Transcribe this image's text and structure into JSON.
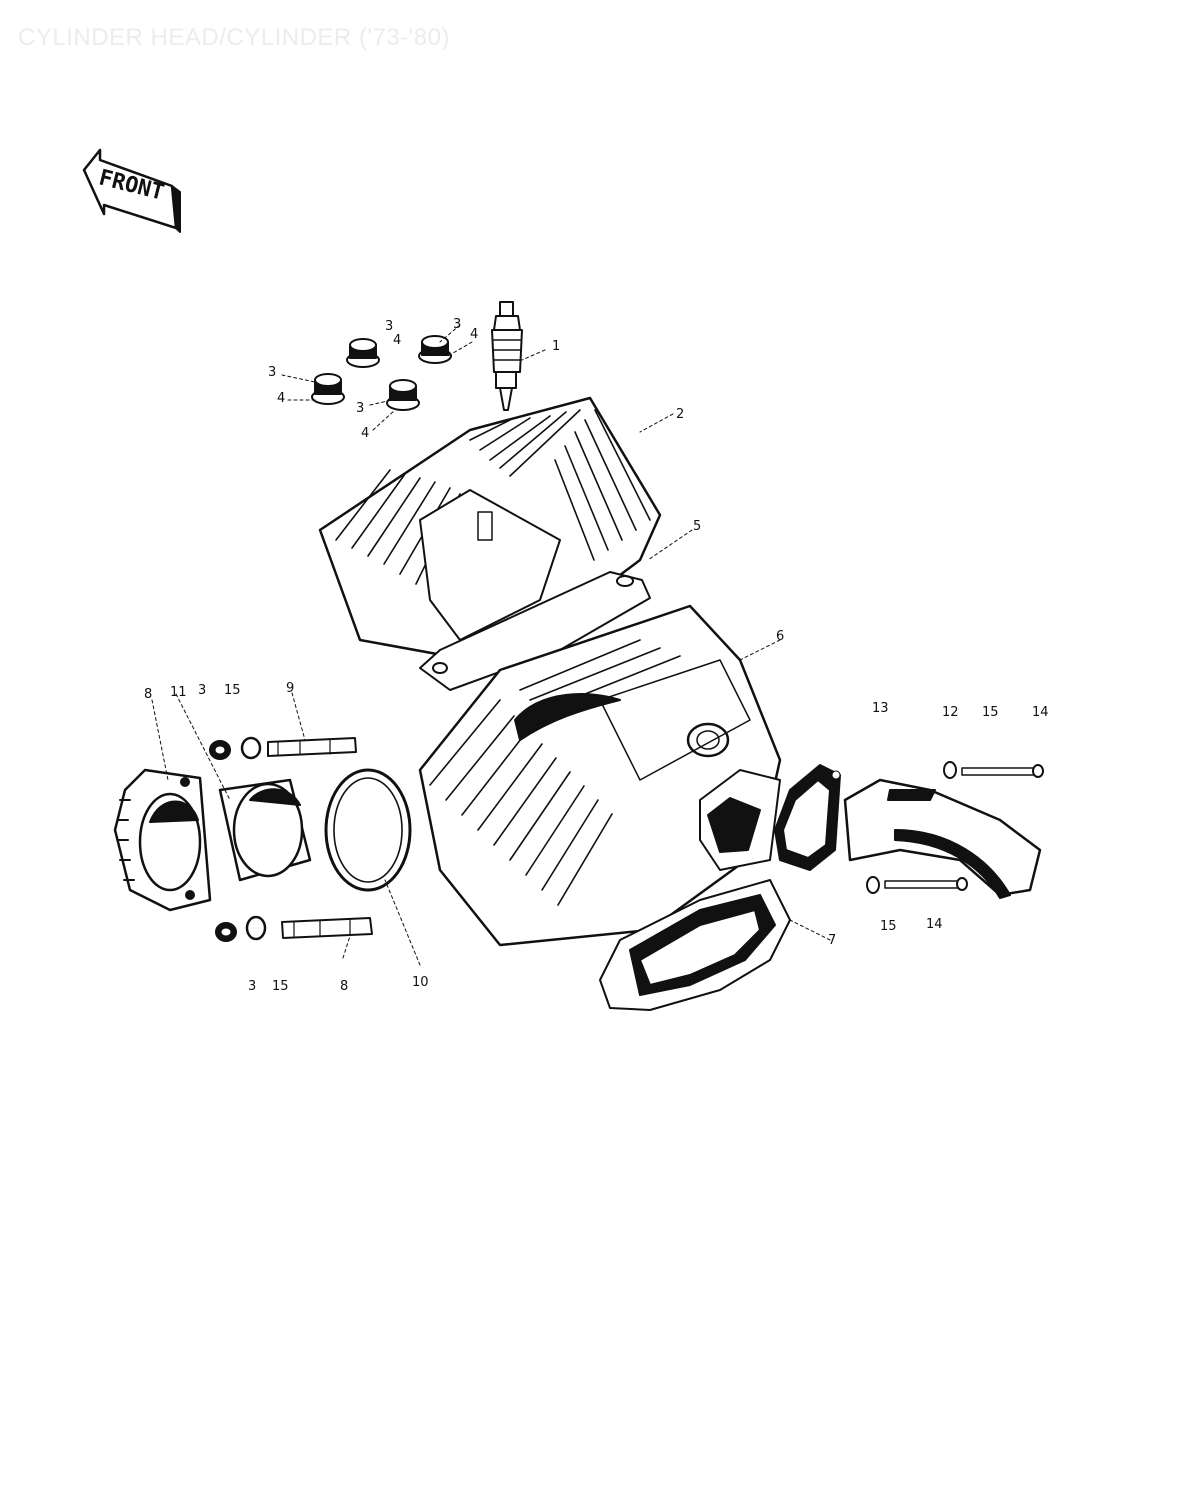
{
  "title": "CYLINDER HEAD/CYLINDER ('73-'80)",
  "front_badge": "FRONT",
  "callouts": {
    "c1": "1",
    "c2": "2",
    "c3": "3",
    "c4": "4",
    "c5": "5",
    "c6": "6",
    "c7": "7",
    "c8": "8",
    "c9": "9",
    "c10": "10",
    "c11": "11",
    "c12": "12",
    "c13": "13",
    "c14": "14",
    "c15": "15"
  },
  "colors": {
    "ink": "#111111",
    "faint_title": "#ececec",
    "background": "#ffffff"
  }
}
